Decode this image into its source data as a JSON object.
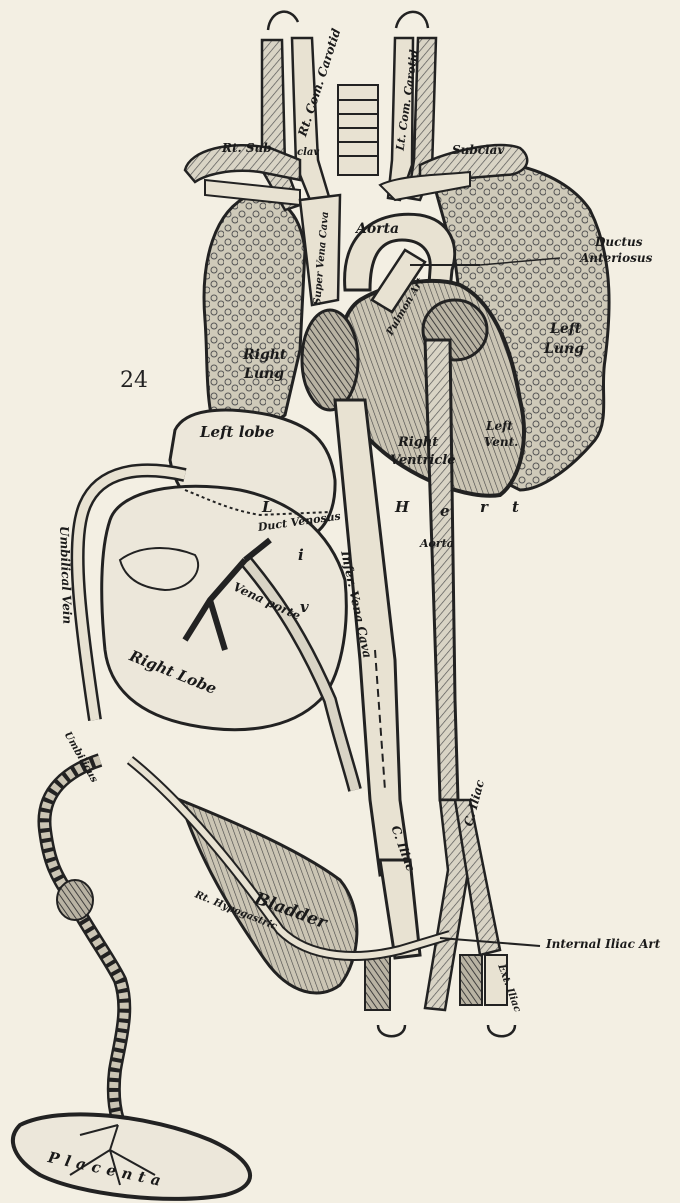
{
  "figure_number": "24",
  "labels": {
    "rt_subclav": "Rt. Sub",
    "clav_frag": "clav",
    "rt_com_carotid": "Rt. Com. Carotid",
    "lt_com_carotid": "Lt. Com. Carotid",
    "subclav_left": "Subclav",
    "aorta_top": "Aorta",
    "ductus": "Ductus",
    "anteriosus": "Anteriosus",
    "super_vena_cava": "Super Vena Cava",
    "pulmon_art": "Pulmon Art",
    "right_lung_1": "Right",
    "right_lung_2": "Lung",
    "left_lung_1": "Left",
    "left_lung_2": "Lung",
    "right_ventricle_1": "Right",
    "right_ventricle_2": "Ventricle",
    "left_vent_1": "Left",
    "left_vent_2": "Vent.",
    "left_lobe": "Left lobe",
    "h_letter": "H",
    "e_letter": "e",
    "r_letter": "r",
    "t_letter": "t",
    "l_letter": "L",
    "i_letter": "i",
    "v_letter": "v",
    "aorta_low": "Aorta",
    "duct_venosus": "Duct Venosus",
    "vena_porte": "Vena porte",
    "infer_vena_cava": "Infer. Vena Cava",
    "umbilical_vein": "Umbilical Vein",
    "right_lobe": "Right Lobe",
    "umbilicus": "Umbilicus",
    "c_iliac_left": "C. Iliac",
    "c_iliac_right": "C. Iliac",
    "bladder": "Bladder",
    "hypogastric": "Rt. Hypogastric",
    "internal_iliac": "Internal Iliac Art",
    "ext_iliac": "Ext. Iliac",
    "placenta": "Placenta"
  }
}
